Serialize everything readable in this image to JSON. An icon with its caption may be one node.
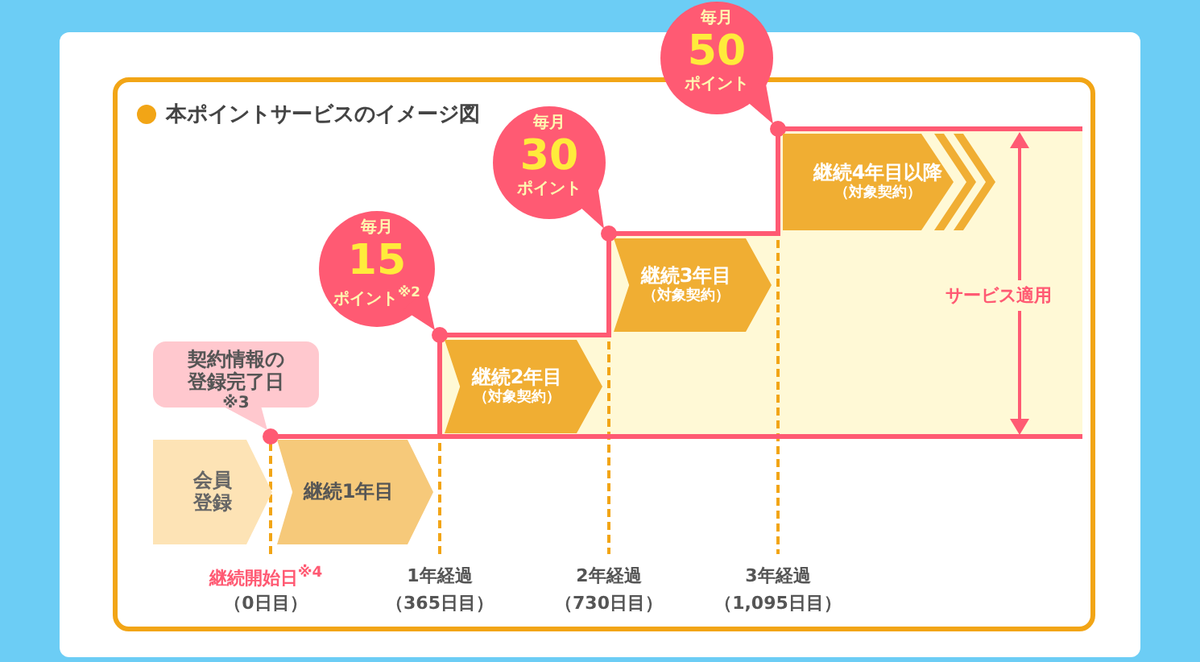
{
  "diagram": {
    "title": "本ポイントサービスのイメージ図",
    "nodes": [
      {
        "text": [
          "会員登録"
        ]
      },
      {
        "text": [
          "継続1年目"
        ]
      },
      {
        "text": [
          "契約情報の登録完了日$^{※3}$"
        ]
      },
      {
        "text": [
          "継続2年目",
          "（対象契約）"
        ]
      },
      {
        "text": [
          "毎月",
          "15",
          "ポイント$^{※2}$"
        ]
      },
      {
        "text": [
          "継続3年目",
          "（対象契約）"
        ]
      },
      {
        "text": [
          "毎月",
          "30",
          "ポイント"
        ]
      },
      {
        "text": [
          "継続4年目以降",
          "（対象契約）"
        ]
      },
      {
        "text": [
          "毎月",
          "50",
          "ポイント"
        ]
      }
    ],
    "labels": [
      "サービス適用",
      "継続開始日$^{※4}$",
      "（0日目）",
      "1年経過",
      "（365日目）",
      "2年経過",
      "（730日目）",
      "3年経過",
      "（1,095日目）"
    ]
  }
}
